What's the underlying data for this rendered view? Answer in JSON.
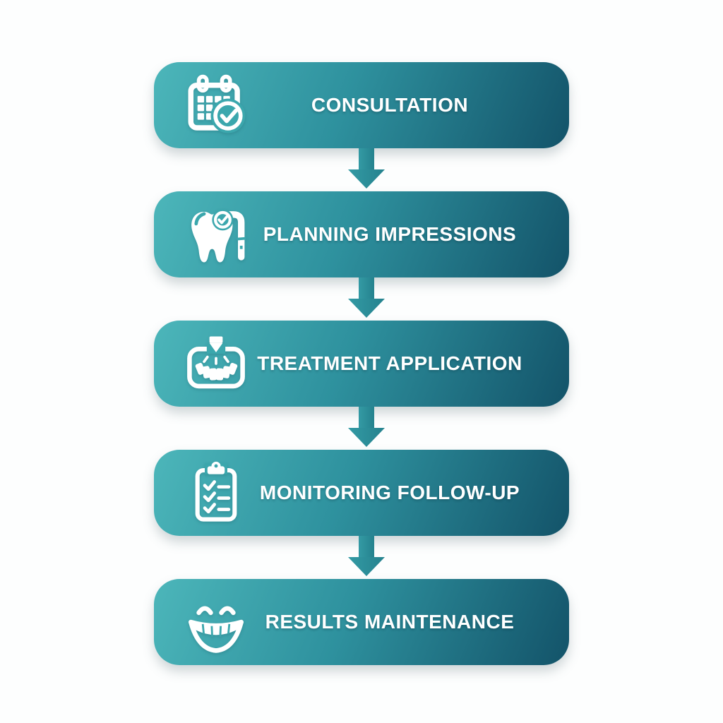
{
  "canvas": {
    "background": "#fdfefe"
  },
  "colors": {
    "box_gradient_start": "#4cb6ba",
    "box_gradient_mid": "#2e919e",
    "box_gradient_end": "#135369",
    "arrow_gradient_start": "#339aa4",
    "arrow_gradient_end": "#25828e",
    "icon_color": "#ffffff",
    "icon_knockout": "#3ba7ad",
    "label_color": "#ffffff"
  },
  "flow": {
    "steps": [
      {
        "label": "CONSULTATION",
        "icon": "calendar-check-icon"
      },
      {
        "label": "PLANNING IMPRESSIONS",
        "icon": "tooth-check-icon"
      },
      {
        "label": "TREATMENT APPLICATION",
        "icon": "dental-tray-icon"
      },
      {
        "label": "MONITORING FOLLOW-UP",
        "icon": "clipboard-checklist-icon"
      },
      {
        "label": "RESULTS MAINTENANCE",
        "icon": "smiling-teeth-icon"
      }
    ],
    "connector": "down-arrow"
  }
}
